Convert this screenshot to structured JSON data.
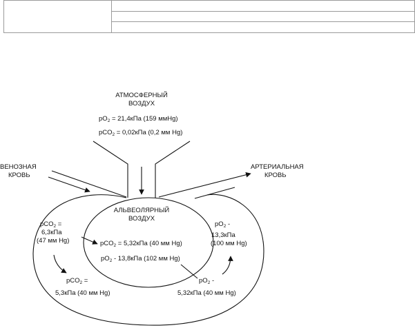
{
  "labels": {
    "atm_title_1": "АТМОСФЕРНЫЙ",
    "atm_title_2": "ВОЗДУХ",
    "atm_po2_pre": "pO",
    "atm_po2_sub": "2",
    "atm_po2_val": " = 21,4кПа (159 ммHg)",
    "atm_pco2_pre": "pCO",
    "atm_pco2_sub": "2",
    "atm_pco2_val": " = 0,02кПа (0,2 мм Hg)",
    "ven_1": "ВЕНОЗНАЯ",
    "ven_2": "КРОВЬ",
    "art_1": "АРТЕРИАЛЬНАЯ",
    "art_2": "КРОВЬ",
    "alv_1": "АЛЬВЕОЛЯРНЫЙ",
    "alv_2": "ВОЗДУХ",
    "ven_pco2_pre": "pCO",
    "ven_pco2_sub": "2",
    "ven_pco2_eq": " =",
    "ven_pco2_v1": "6,3кПа",
    "ven_pco2_v2": "(47 мм Hg)",
    "alv_pco2_pre": "pCO",
    "alv_pco2_sub": "2",
    "alv_pco2_val": " = 5,32кПа (40 мм Hg)",
    "alv_po2_pre": "pO",
    "alv_po2_sub": "2",
    "alv_po2_val": " - 13,8кПа (102 мм Hg)",
    "art_po2_pre": "pO",
    "art_po2_sub": "2",
    "art_po2_eq": " -",
    "art_po2_v1": "13,3кПа",
    "art_po2_v2": "(100 мм Hg)",
    "bl_pco2_pre": "pCO",
    "bl_pco2_sub": "2",
    "bl_pco2_eq": " =",
    "bl_pco2_v": "5,3кПа (40 мм Hg)",
    "br_po2_pre": "pO",
    "br_po2_sub": "2",
    "br_po2_eq": " -",
    "br_po2_v": "5,32кПа (40 мм Hg)"
  }
}
